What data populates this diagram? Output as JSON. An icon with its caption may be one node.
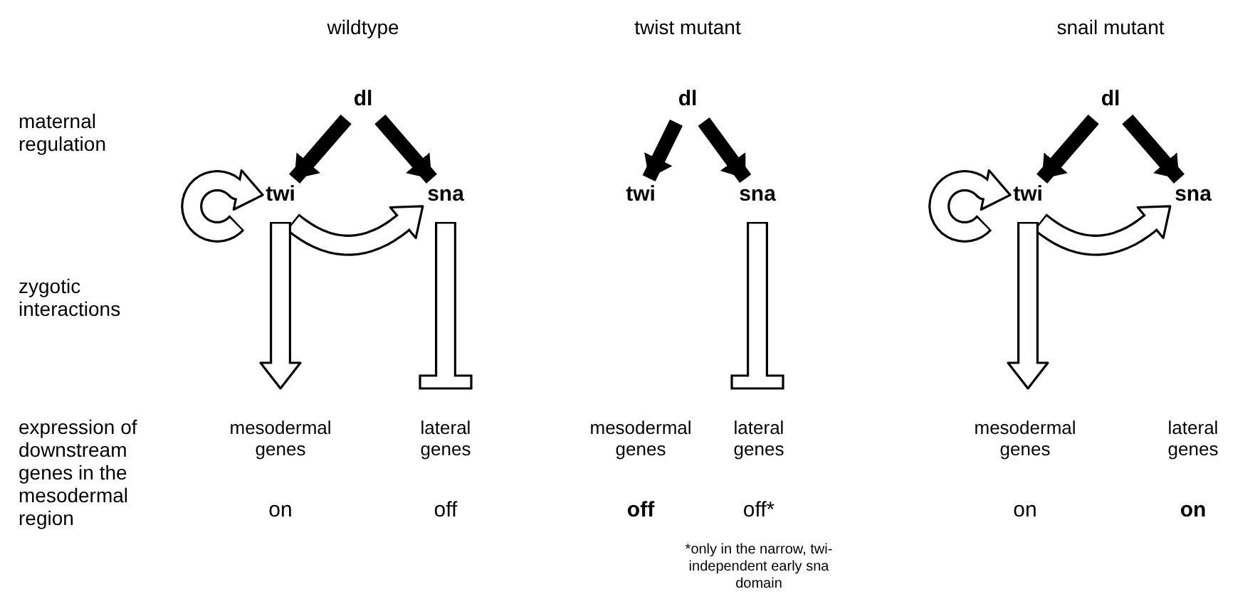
{
  "diagram": {
    "nodes": [
      {
        "text": [
          "dl"
        ]
      },
      {
        "text": [
          "twi"
        ]
      },
      {
        "text": [
          "sna"
        ]
      },
      {
        "text": [
          "mesodermal genes"
        ],
        "beside": [
          "on"
        ]
      },
      {
        "text": [
          "lateral genes"
        ],
        "beside": [
          "off"
        ]
      },
      {
        "text": [
          "dl"
        ]
      },
      {
        "text": [
          "twi"
        ]
      },
      {
        "text": [
          "sna"
        ]
      },
      {
        "text": [
          "mesodermal genes"
        ],
        "beside": [
          "off"
        ]
      },
      {
        "text": [
          "lateral genes"
        ],
        "beside": [
          "off*",
          "*only in the narrow, twi-independent early sna domain"
        ]
      },
      {
        "text": [
          "dl"
        ]
      },
      {
        "text": [
          "twi"
        ]
      },
      {
        "text": [
          "sna"
        ]
      },
      {
        "text": [
          "mesodermal genes"
        ],
        "beside": [
          "on"
        ]
      },
      {
        "text": [
          "lateral genes"
        ],
        "beside": [
          "on"
        ]
      }
    ],
    "edges": [
      {
        "from": 0,
        "to": 1,
        "arrow": "to"
      },
      {
        "from": 0,
        "to": 2,
        "arrow": "to"
      },
      {
        "from": 1,
        "to": 1,
        "arrow": "to"
      },
      {
        "from": 1,
        "to": 2,
        "arrow": "to"
      },
      {
        "from": 1,
        "to": 3,
        "arrow": "to"
      },
      {
        "from": 2,
        "to": 4,
        "arrow": "other"
      },
      {
        "from": 5,
        "to": 6,
        "arrow": "to"
      },
      {
        "from": 5,
        "to": 7,
        "arrow": "to"
      },
      {
        "from": 7,
        "to": 9,
        "arrow": "other"
      },
      {
        "from": 10,
        "to": 11,
        "arrow": "to"
      },
      {
        "from": 10,
        "to": 12,
        "arrow": "to"
      },
      {
        "from": 11,
        "to": 11,
        "arrow": "to"
      },
      {
        "from": 11,
        "to": 12,
        "arrow": "to"
      },
      {
        "from": 11,
        "to": 13,
        "arrow": "to"
      }
    ],
    "labels": [
      "wildtype",
      "twist mutant",
      "snail mutant",
      "maternal regulation",
      "zygotic interactions",
      "expression of downstream genes in the mesodermal region"
    ]
  }
}
